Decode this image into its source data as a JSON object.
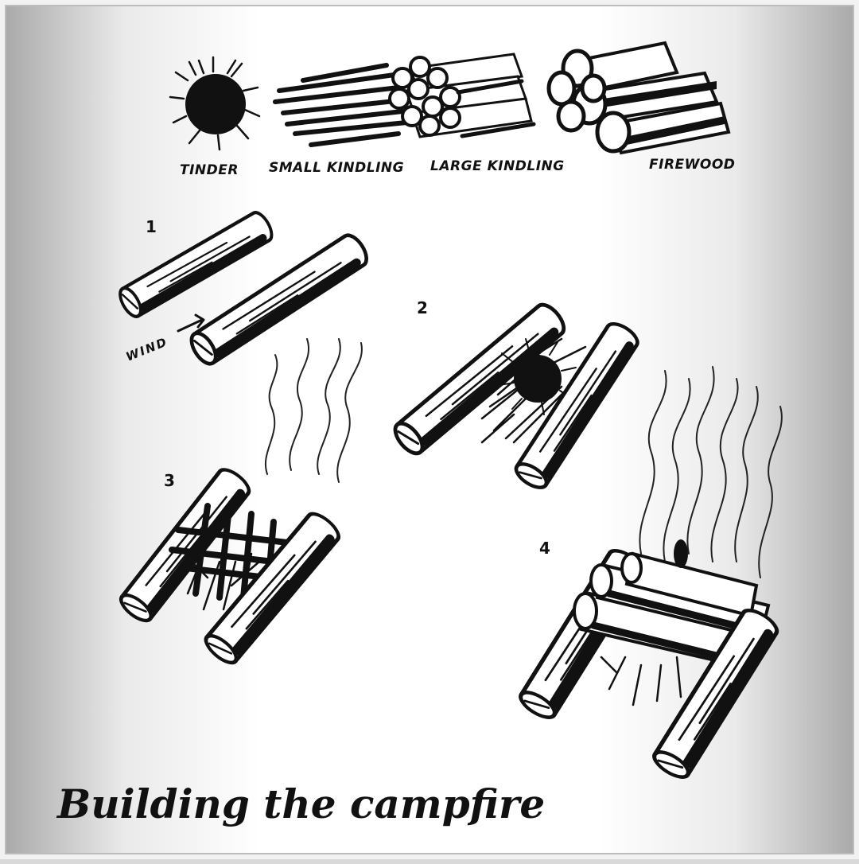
{
  "fuel_types": {
    "tinder": "TINDER",
    "small_kindling": "SMALL KINDLING",
    "large_kindling": "LARGE KINDLING",
    "firewood": "FIREWOOD"
  },
  "steps": {
    "step1": "1",
    "step2": "2",
    "step3": "3",
    "step4": "4"
  },
  "wind_label": "WIND",
  "caption": "Building the campfire"
}
